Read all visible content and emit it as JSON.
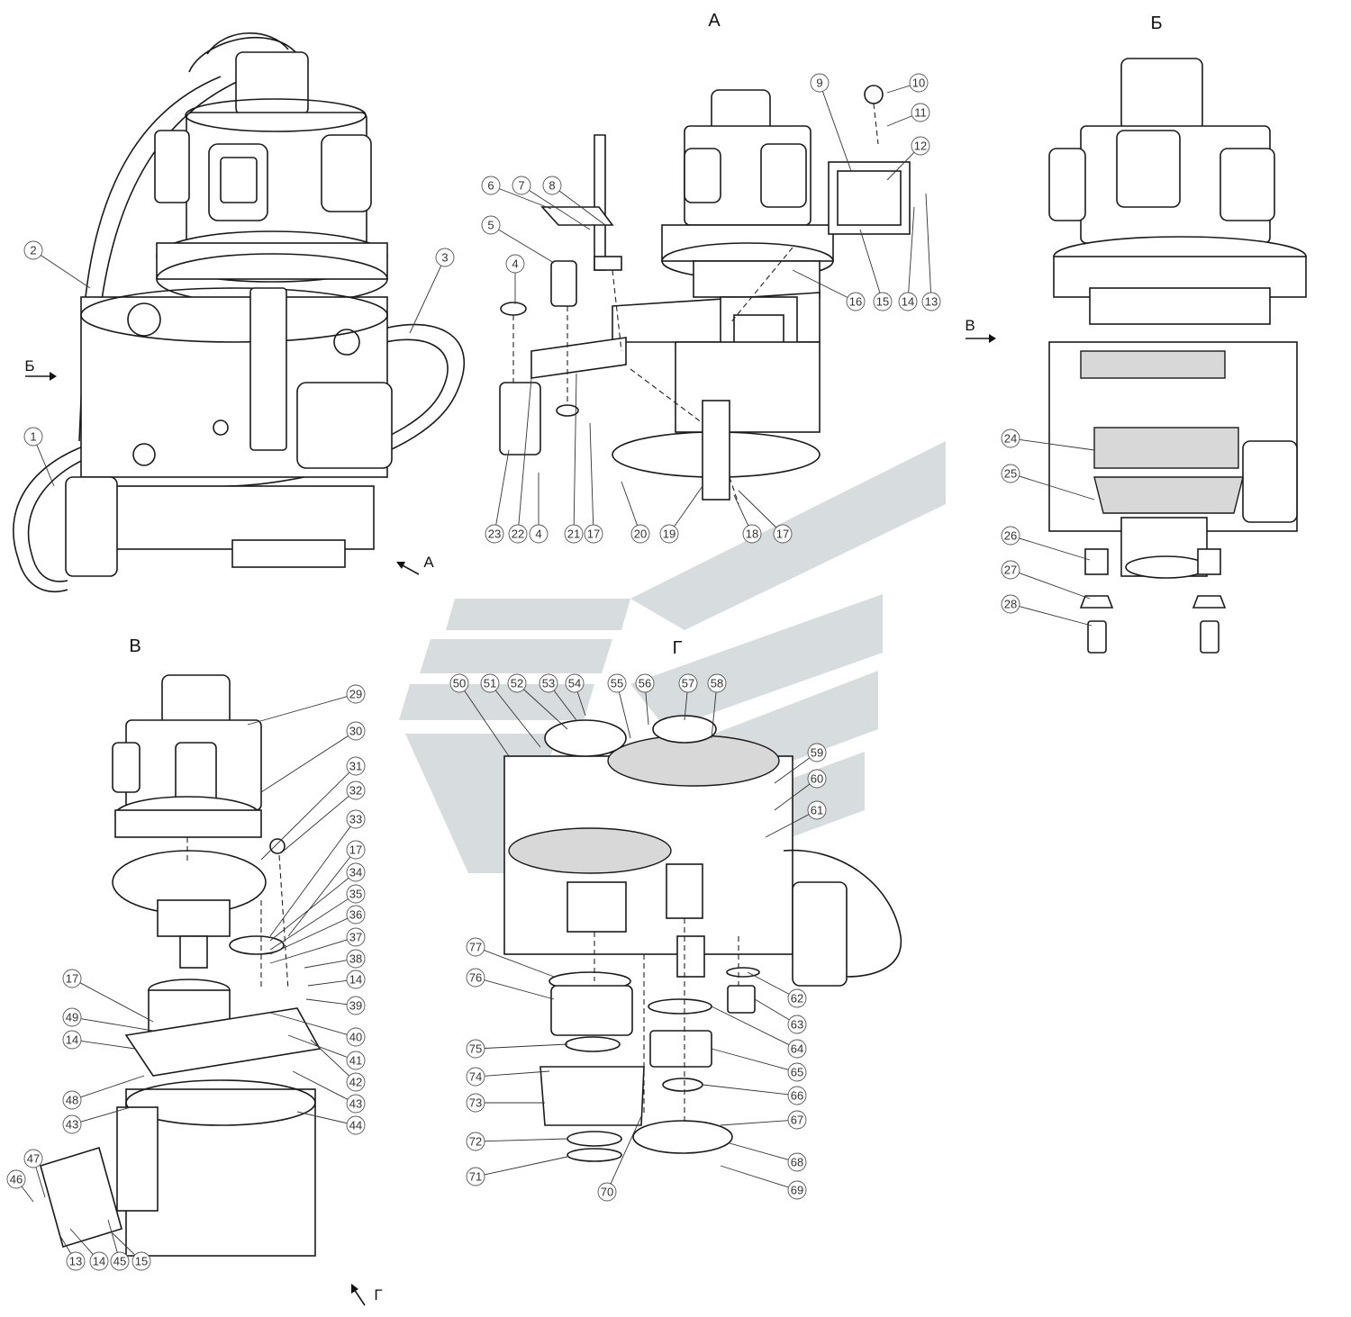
{
  "views": {
    "a": "А",
    "b": "Б",
    "v": "В",
    "g": "Г"
  },
  "arrows": {
    "a": "А",
    "b": "Б",
    "v": "В",
    "g": "Г"
  },
  "callouts": [
    "1",
    "2",
    "3",
    "4",
    "4",
    "5",
    "6",
    "7",
    "8",
    "9",
    "10",
    "11",
    "12",
    "13",
    "14",
    "15",
    "16",
    "17",
    "17",
    "18",
    "19",
    "20",
    "21",
    "22",
    "23",
    "24",
    "25",
    "26",
    "27",
    "28",
    "29",
    "30",
    "31",
    "32",
    "33",
    "17",
    "34",
    "35",
    "36",
    "37",
    "38",
    "14",
    "39",
    "40",
    "41",
    "42",
    "43",
    "44",
    "17",
    "49",
    "14",
    "48",
    "43",
    "47",
    "46",
    "13",
    "14",
    "45",
    "15",
    "50",
    "51",
    "52",
    "53",
    "54",
    "55",
    "56",
    "57",
    "58",
    "59",
    "60",
    "61",
    "77",
    "76",
    "75",
    "74",
    "73",
    "72",
    "71",
    "70",
    "62",
    "63",
    "64",
    "65",
    "66",
    "67",
    "68",
    "69"
  ],
  "colors": {
    "line": "#1a1a1a",
    "watermark": "#c9d0d4"
  }
}
